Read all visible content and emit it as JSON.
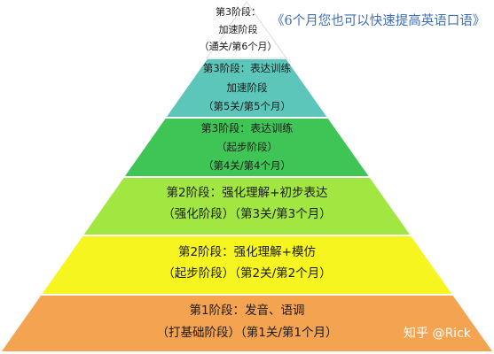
{
  "title": "《6个月您也可以快速提高英语口语》",
  "watermark": "知乎 @Rick",
  "levels": [
    {
      "color": "#ffffff",
      "lines": [
        "第3阶段：",
        "加速阶段",
        "（通关/第6个月）"
      ]
    },
    {
      "color": "#5cc6ba",
      "lines": [
        "第3阶段：表达训练",
        "加速阶段",
        "（第5关/第5个月）"
      ]
    },
    {
      "color": "#3fc456",
      "lines": [
        "第3阶段：表达训练",
        "（起步阶段）",
        "（第4关/第4个月）"
      ]
    },
    {
      "color": "#a2e642",
      "lines": [
        "第2阶段：强化理解+初步表达",
        "（强化阶段）（第3关/第3个月）"
      ]
    },
    {
      "color": "#f6f51f",
      "lines": [
        "第2阶段：强化理解+模仿",
        "（起步阶段）（第2关/第2个月）"
      ]
    },
    {
      "color": "#f4a351",
      "lines": [
        "第1阶段：发音、语调",
        "（打基础阶段）（第1关/第1个月）"
      ]
    }
  ]
}
